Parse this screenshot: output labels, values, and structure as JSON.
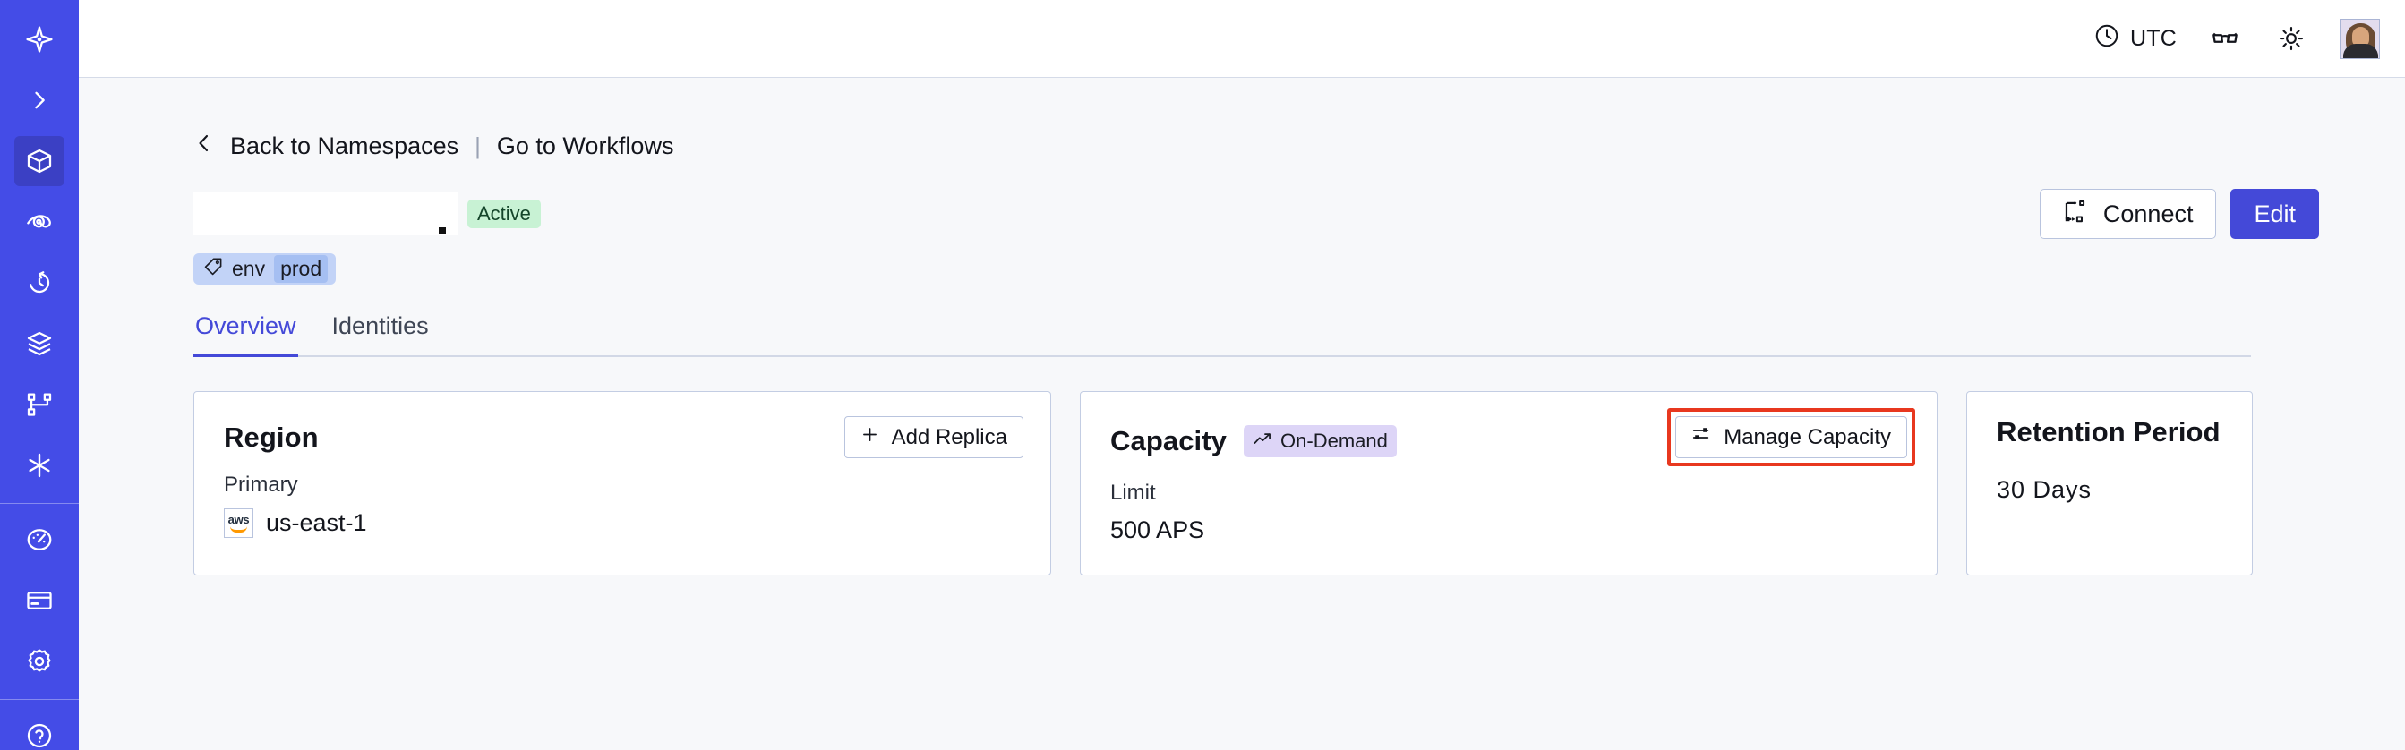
{
  "theme": {
    "sidebar_bg": "#444ce7",
    "sidebar_active_bg": "#3b40c4",
    "accent": "#4449d8",
    "page_bg": "#f7f8fa",
    "card_border": "#c3cde3",
    "badge_active_bg": "#c8f2d4",
    "badge_ondemand_bg": "#ddd5f7",
    "tag_bg": "#c2d3f7",
    "tag_value_bg": "#a5bff2",
    "highlight_red": "#e8381f"
  },
  "sidebar": {
    "items": [
      {
        "icon": "temporal-logo-icon",
        "active": false
      },
      {
        "icon": "chevron-right-expand-icon",
        "active": false
      },
      {
        "icon": "cube-namespaces-icon",
        "active": true
      },
      {
        "icon": "eye-observability-icon",
        "active": false
      },
      {
        "icon": "clock-rewind-history-icon",
        "active": false
      },
      {
        "icon": "layers-stack-icon",
        "active": false
      },
      {
        "icon": "git-branch-workflows-icon",
        "active": false
      },
      {
        "icon": "asterisk-icon",
        "active": false
      }
    ],
    "bottom_items": [
      {
        "icon": "gauge-usage-icon",
        "active": false
      },
      {
        "icon": "credit-card-billing-icon",
        "active": false
      },
      {
        "icon": "gear-settings-icon",
        "active": false
      }
    ],
    "footer_items": [
      {
        "icon": "help-circle-icon",
        "active": false
      }
    ]
  },
  "topbar": {
    "timezone_label": "UTC",
    "clock_icon": "clock-icon",
    "glasses_icon": "glasses-reading-mode-icon",
    "theme_icon": "sun-light-theme-icon",
    "avatar_icon": "user-avatar"
  },
  "breadcrumb": {
    "back_icon": "chevron-left-icon",
    "back_label": "Back to Namespaces",
    "separator": "|",
    "forward_label": "Go to Workflows"
  },
  "header": {
    "title": "",
    "title_redacted": true,
    "status_badge": "Active",
    "tag": {
      "icon": "tag-icon",
      "key": "env",
      "value": "prod"
    },
    "actions": {
      "connect_label": "Connect",
      "connect_icon": "connect-flow-icon",
      "edit_label": "Edit"
    }
  },
  "tabs": [
    {
      "label": "Overview",
      "selected": true
    },
    {
      "label": "Identities",
      "selected": false
    }
  ],
  "cards": {
    "region": {
      "title": "Region",
      "action_label": "Add Replica",
      "action_icon": "plus-icon",
      "sub_label": "Primary",
      "provider_icon": "aws-logo",
      "value": "us-east-1"
    },
    "capacity": {
      "title": "Capacity",
      "badge_label": "On-Demand",
      "badge_icon": "trending-up-icon",
      "action_label": "Manage Capacity",
      "action_icon": "sliders-icon",
      "action_highlighted": true,
      "sub_label": "Limit",
      "value": "500 APS"
    },
    "retention": {
      "title": "Retention Period",
      "value": "30  Days"
    }
  }
}
